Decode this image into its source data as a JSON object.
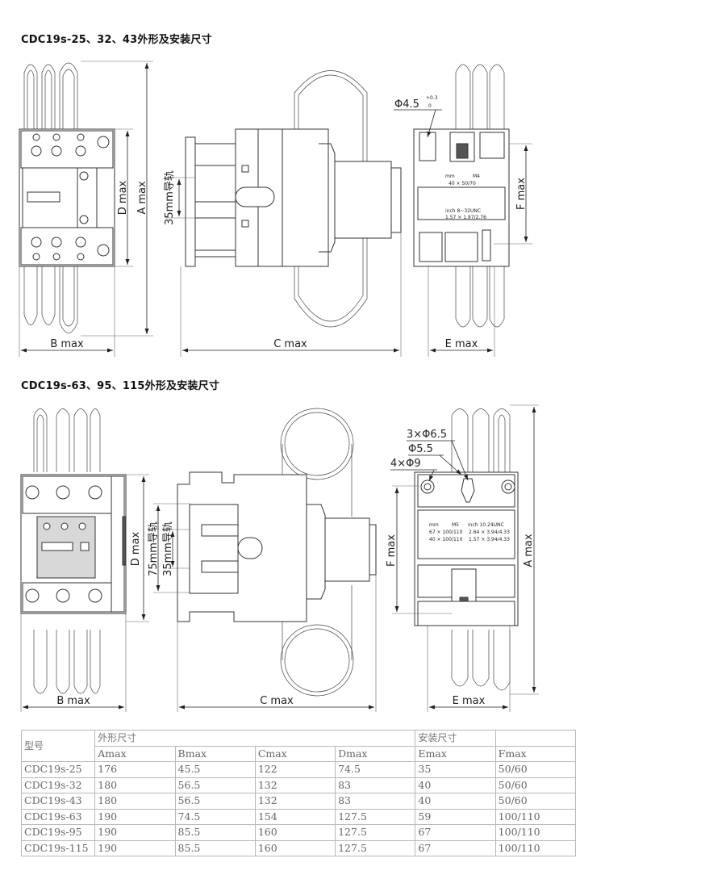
{
  "sections": [
    {
      "title": "CDC19s-25、32、43外形及安装尺寸",
      "labels": {
        "b": "B max",
        "c": "C max",
        "e": "E max",
        "d": "D max",
        "a": "A max",
        "f": "F max",
        "rail": "35mm导轨",
        "hole": "Φ4.5",
        "tol_upper": "+0.3",
        "tol_lower": "0",
        "plate_mm": "mm",
        "plate_screw": "M4",
        "plate_size": "40 × 50/70",
        "plate_inch": "inch 8~32UNC",
        "plate_inch_size": "1.57 × 1.97/2.76"
      }
    },
    {
      "title": "CDC19s-63、95、115外形及安装尺寸",
      "labels": {
        "b": "B max",
        "c": "C max",
        "e": "E max",
        "d": "D max",
        "a": "A max",
        "f": "F max",
        "rail75": "75mm导轨",
        "rail35": "35mm导轨",
        "hole1": "3×Φ6.5",
        "hole2": "Φ5.5",
        "hole3": "4×Φ9",
        "plate_mm": "mm",
        "plate_screw": "M5",
        "plate_inch": "inch 10.24UNC",
        "plate_size1": "67 × 100/110",
        "plate_size2": "40 × 100/110",
        "plate_inch1": "2.64 × 3.94/4.33",
        "plate_inch2": "1.57 × 3.94/4.33"
      }
    }
  ],
  "table": {
    "model_header": "型号",
    "group_outer": "外形尺寸",
    "group_mount": "安装尺寸",
    "columns": [
      "Amax",
      "Bmax",
      "Cmax",
      "Dmax",
      "Emax",
      "Fmax"
    ],
    "rows": [
      [
        "CDC19s-25",
        "176",
        "45.5",
        "122",
        "74.5",
        "35",
        "50/60"
      ],
      [
        "CDC19s-32",
        "180",
        "56.5",
        "132",
        "83",
        "40",
        "50/60"
      ],
      [
        "CDC19s-43",
        "180",
        "56.5",
        "132",
        "83",
        "40",
        "50/60"
      ],
      [
        "CDC19s-63",
        "190",
        "74.5",
        "154",
        "127.5",
        "59",
        "100/110"
      ],
      [
        "CDC19s-95",
        "190",
        "85.5",
        "160",
        "127.5",
        "67",
        "100/110"
      ],
      [
        "CDC19s-115",
        "190",
        "85.5",
        "160",
        "127.5",
        "67",
        "100/110"
      ]
    ]
  }
}
